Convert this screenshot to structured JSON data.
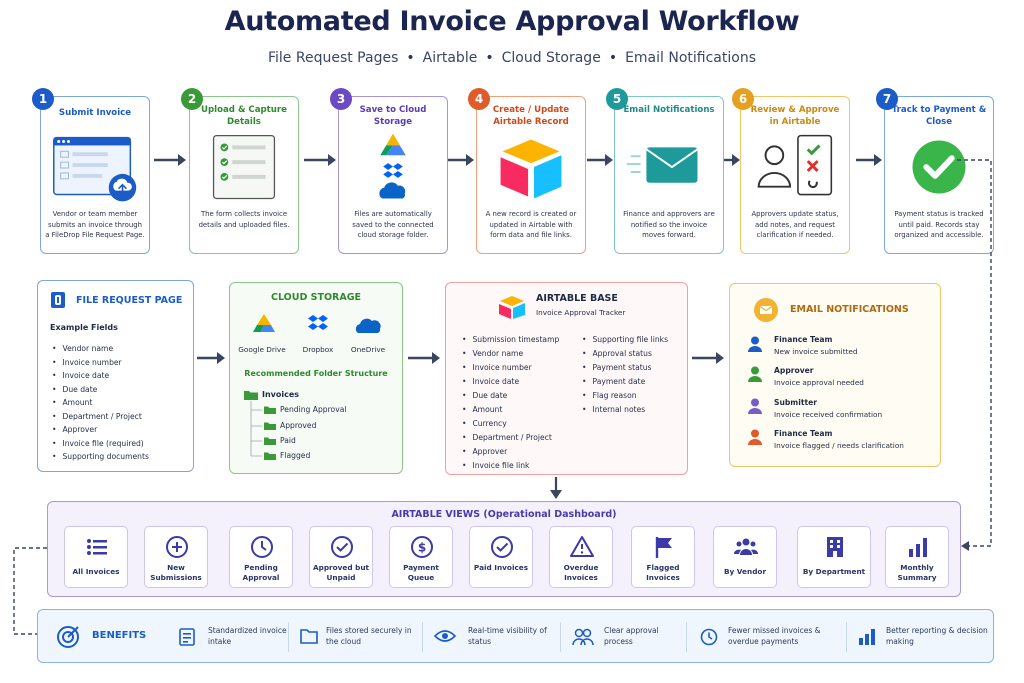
{
  "header": {
    "title": "Automated Invoice Approval Workflow",
    "subtitle_items": [
      "File Request Pages",
      "Airtable",
      "Cloud Storage",
      "Email Notifications"
    ]
  },
  "steps": [
    {
      "num": "1",
      "title": "Submit Invoice",
      "desc": "Vendor or team member submits an invoice through a FileDrop File Request Page.",
      "color": "#1c5cc8"
    },
    {
      "num": "2",
      "title": "Upload & Capture Details",
      "desc": "The form collects invoice details and uploaded files.",
      "color": "#3a9a3a"
    },
    {
      "num": "3",
      "title": "Save to Cloud Storage",
      "desc": "Files are automatically saved to the connected cloud storage folder.",
      "color": "#6a4bc4"
    },
    {
      "num": "4",
      "title": "Create / Update Airtable Record",
      "desc": "A new record is created or updated in Airtable with form data and file links.",
      "color": "#e05a2a"
    },
    {
      "num": "5",
      "title": "Email Notifications",
      "desc": "Finance and approvers are notified so the invoice moves forward.",
      "color": "#1f9a9a"
    },
    {
      "num": "6",
      "title": "Review & Approve in Airtable",
      "desc": "Approvers update status, add notes, and request clarification if needed.",
      "color": "#e6a020"
    },
    {
      "num": "7",
      "title": "Track to Payment & Close",
      "desc": "Payment status is tracked until paid. Records stay organized and accessible.",
      "color": "#1c5cc8"
    }
  ],
  "file_request": {
    "title": "FILE REQUEST PAGE",
    "fields_heading": "Example Fields",
    "fields": [
      "Vendor name",
      "Invoice number",
      "Invoice date",
      "Due date",
      "Amount",
      "Department / Project",
      "Approver",
      "Invoice file (required)",
      "Supporting documents"
    ]
  },
  "cloud_storage": {
    "title": "CLOUD STORAGE",
    "providers": [
      "Google Drive",
      "Dropbox",
      "OneDrive"
    ],
    "folder_heading": "Recommended Folder Structure",
    "root_folder": "Invoices",
    "subfolders": [
      "Pending Approval",
      "Approved",
      "Paid",
      "Flagged"
    ]
  },
  "airtable_base": {
    "title": "AIRTABLE BASE",
    "subtitle": "Invoice Approval Tracker",
    "fields_left": [
      "Submission timestamp",
      "Vendor name",
      "Invoice number",
      "Invoice date",
      "Due date",
      "Amount",
      "Currency",
      "Department / Project",
      "Approver",
      "Invoice file link"
    ],
    "fields_right": [
      "Supporting file links",
      "Approval status",
      "Payment status",
      "Payment date",
      "Flag reason",
      "Internal notes"
    ]
  },
  "email_notifications": {
    "title": "EMAIL NOTIFICATIONS",
    "items": [
      {
        "role": "Finance Team",
        "message": "New invoice submitted",
        "color": "#1c5cc8"
      },
      {
        "role": "Approver",
        "message": "Invoice approval needed",
        "color": "#3a9a3a"
      },
      {
        "role": "Submitter",
        "message": "Invoice received confirmation",
        "color": "#7a5cc8"
      },
      {
        "role": "Finance Team",
        "message": "Invoice flagged / needs clarification",
        "color": "#e05a2a"
      }
    ]
  },
  "airtable_views": {
    "title": "AIRTABLE VIEWS (Operational Dashboard)",
    "items": [
      {
        "label": "All Invoices",
        "icon": "list-icon"
      },
      {
        "label": "New Submissions",
        "icon": "plus-circle-icon"
      },
      {
        "label": "Pending Approval",
        "icon": "clock-icon"
      },
      {
        "label": "Approved but Unpaid",
        "icon": "check-circle-icon"
      },
      {
        "label": "Payment Queue",
        "icon": "dollar-icon"
      },
      {
        "label": "Paid Invoices",
        "icon": "check-circle-icon"
      },
      {
        "label": "Overdue Invoices",
        "icon": "warning-icon"
      },
      {
        "label": "Flagged Invoices",
        "icon": "flag-icon"
      },
      {
        "label": "By Vendor",
        "icon": "people-icon"
      },
      {
        "label": "By Department",
        "icon": "building-icon"
      },
      {
        "label": "Monthly Summary",
        "icon": "bar-chart-icon"
      }
    ]
  },
  "benefits": {
    "title": "BENEFITS",
    "items": [
      {
        "text": "Standardized invoice intake",
        "icon": "form-icon"
      },
      {
        "text": "Files stored securely in the cloud",
        "icon": "folder-icon"
      },
      {
        "text": "Real-time visibility of status",
        "icon": "eye-icon"
      },
      {
        "text": "Clear approval process",
        "icon": "people-icon"
      },
      {
        "text": "Fewer missed invoices & overdue payments",
        "icon": "clock-icon"
      },
      {
        "text": "Better reporting & decision making",
        "icon": "bar-chart-icon"
      }
    ]
  }
}
